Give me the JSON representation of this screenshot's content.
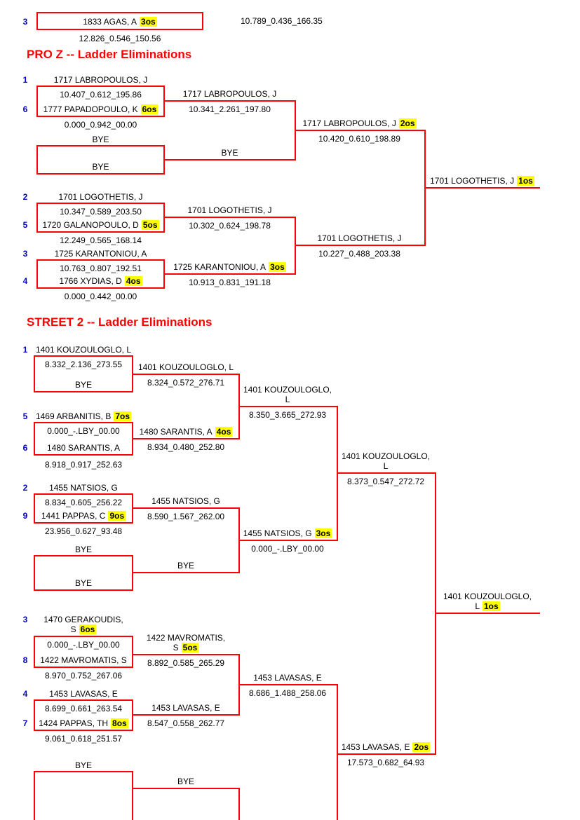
{
  "colors": {
    "line": "#ff0000",
    "seed": "#0000cc",
    "highlight": "#ffff00",
    "heading": "#ff0000",
    "text": "#000000"
  },
  "top": {
    "seed": "3",
    "name": "1833 AGAS, A",
    "pos": "3os",
    "stats": "12.826_0.546_150.56",
    "right_stats": "10.789_0.436_166.35"
  },
  "pro_z": {
    "title": "PRO Z -- Ladder Eliminations",
    "r1": [
      {
        "seed": "1",
        "name": "1717 LABROPOULOS, J",
        "stats": "10.407_0.612_195.86"
      },
      {
        "seed": "6",
        "name": "1777 PAPADOPOULO, K",
        "pos": "6os",
        "stats": "0.000_0.942_00.00"
      },
      {
        "name": "BYE"
      },
      {
        "name": "BYE"
      },
      {
        "seed": "2",
        "name": "1701 LOGOTHETIS, J",
        "stats": "10.347_0.589_203.50"
      },
      {
        "seed": "5",
        "name": "1720 GALANOPOULO, D",
        "pos": "5os",
        "stats": "12.249_0.565_168.14"
      },
      {
        "seed": "3",
        "name": "1725 KARANTONIOU, A",
        "stats": "10.763_0.807_192.51"
      },
      {
        "seed": "4",
        "name": "1766 XYDIAS, D",
        "pos": "4os",
        "stats": "0.000_0.442_00.00"
      }
    ],
    "r2": [
      {
        "name": "1717 LABROPOULOS, J",
        "stats": "10.341_2.261_197.80"
      },
      {
        "name": "BYE"
      },
      {
        "name": "1701 LOGOTHETIS, J",
        "stats": "10.302_0.624_198.78"
      },
      {
        "name": "1725 KARANTONIOU, A",
        "pos": "3os",
        "stats": "10.913_0.831_191.18"
      }
    ],
    "r3": [
      {
        "name": "1717 LABROPOULOS, J",
        "pos": "2os",
        "stats": "10.420_0.610_198.89"
      },
      {
        "name": "1701 LOGOTHETIS, J",
        "stats": "10.227_0.488_203.38"
      }
    ],
    "final": {
      "name": "1701 LOGOTHETIS, J",
      "pos": "1os"
    }
  },
  "street_2": {
    "title": "STREET 2 -- Ladder Eliminations",
    "r1": [
      {
        "seed": "1",
        "name": "1401 KOUZOULOGLO, L",
        "stats": "8.332_2.136_273.55"
      },
      {
        "name": "BYE"
      },
      {
        "seed": "5",
        "name": "1469 ARBANITIS, B",
        "pos": "7os",
        "stats": "0.000_-.LBY_00.00"
      },
      {
        "seed": "6",
        "name": "1480 SARANTIS, A",
        "stats": "8.918_0.917_252.63"
      },
      {
        "seed": "2",
        "name": "1455 NATSIOS, G",
        "stats": "8.834_0.605_256.22"
      },
      {
        "seed": "9",
        "name": "1441 PAPPAS, C",
        "pos": "9os",
        "stats": "23.956_0.627_93.48"
      },
      {
        "name": "BYE"
      },
      {
        "name": "BYE"
      },
      {
        "seed": "3",
        "name": "1470 GERAKOUDIS, S",
        "pos": "6os",
        "stats": "0.000_-.LBY_00.00"
      },
      {
        "seed": "8",
        "name": "1422 MAVROMATIS, S",
        "stats": "8.970_0.752_267.06"
      },
      {
        "seed": "4",
        "name": "1453 LAVASAS, E",
        "stats": "8.699_0.661_263.54"
      },
      {
        "seed": "7",
        "name": "1424 PAPPAS, TH",
        "pos": "8os",
        "stats": "9.061_0.618_251.57"
      },
      {
        "name": "BYE"
      }
    ],
    "r2": [
      {
        "name": "1401 KOUZOULOGLO, L",
        "stats": "8.324_0.572_276.71"
      },
      {
        "name": "1480 SARANTIS, A",
        "pos": "4os",
        "stats": "8.934_0.480_252.80"
      },
      {
        "name": "1455 NATSIOS, G",
        "stats": "8.590_1.567_262.00"
      },
      {
        "name": "BYE"
      },
      {
        "name": "1422 MAVROMATIS, S",
        "pos": "5os",
        "stats": "8.892_0.585_265.29"
      },
      {
        "name": "1453 LAVASAS, E",
        "stats": "8.547_0.558_262.77"
      },
      {
        "name": "BYE"
      }
    ],
    "r3": [
      {
        "name": "1401 KOUZOULOGLO, L",
        "stats": "8.350_3.665_272.93"
      },
      {
        "name": "1455 NATSIOS, G",
        "pos": "3os",
        "stats": "0.000_-.LBY_00.00"
      },
      {
        "name": "1453 LAVASAS, E",
        "stats": "8.686_1.488_258.06"
      }
    ],
    "semi": [
      {
        "name": "1401 KOUZOULOGLO, L",
        "stats": "8.373_0.547_272.72"
      },
      {
        "name": "1453 LAVASAS, E",
        "pos": "2os",
        "stats": "17.573_0.682_64.93"
      }
    ],
    "final": {
      "name": "1401 KOUZOULOGLO, L",
      "pos": "1os"
    }
  }
}
